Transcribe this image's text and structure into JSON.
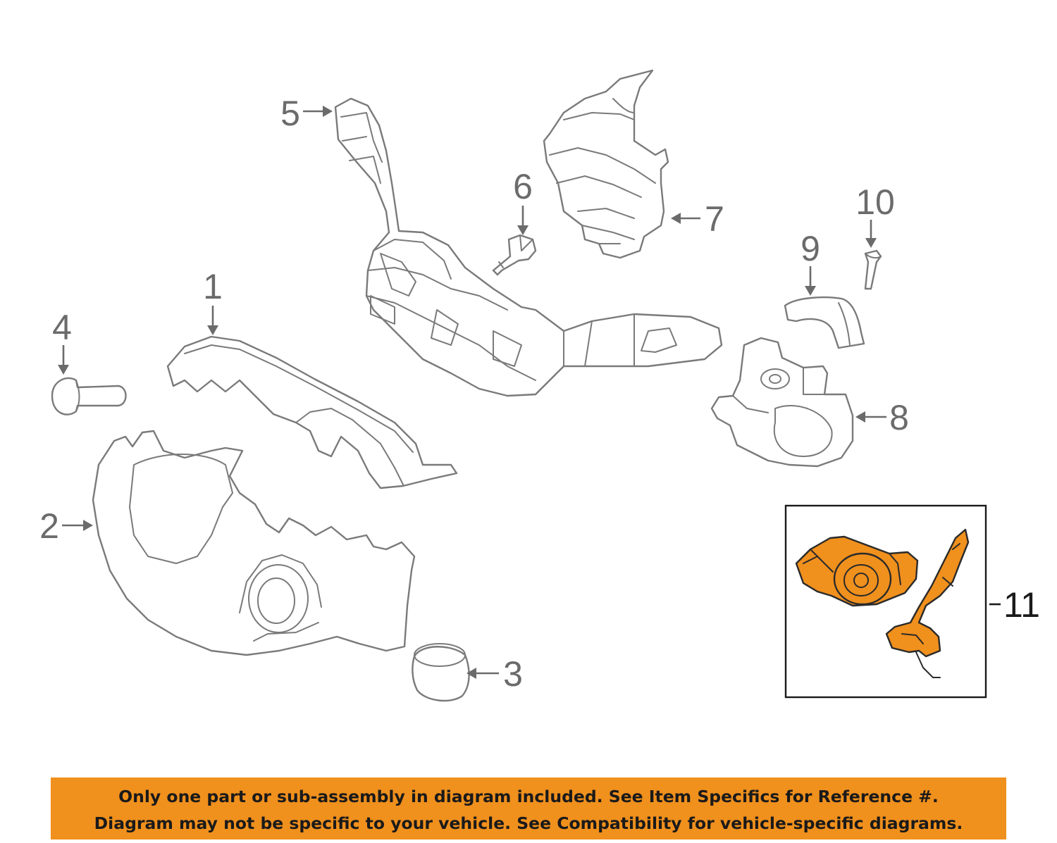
{
  "callouts": {
    "c1": "1",
    "c2": "2",
    "c3": "3",
    "c4": "4",
    "c5": "5",
    "c6": "6",
    "c7": "7",
    "c8": "8",
    "c9": "9",
    "c10": "10",
    "c11": "11"
  },
  "notice": {
    "line1": "Only one part or sub-assembly in diagram included. See Item Specifics for Reference #.",
    "line2": "Diagram may not be specific to your vehicle. See Compatibility for vehicle-specific diagrams."
  },
  "colors": {
    "highlight": "#f0901d",
    "linework": "#7a7a7a",
    "banner": "#f0901d"
  }
}
